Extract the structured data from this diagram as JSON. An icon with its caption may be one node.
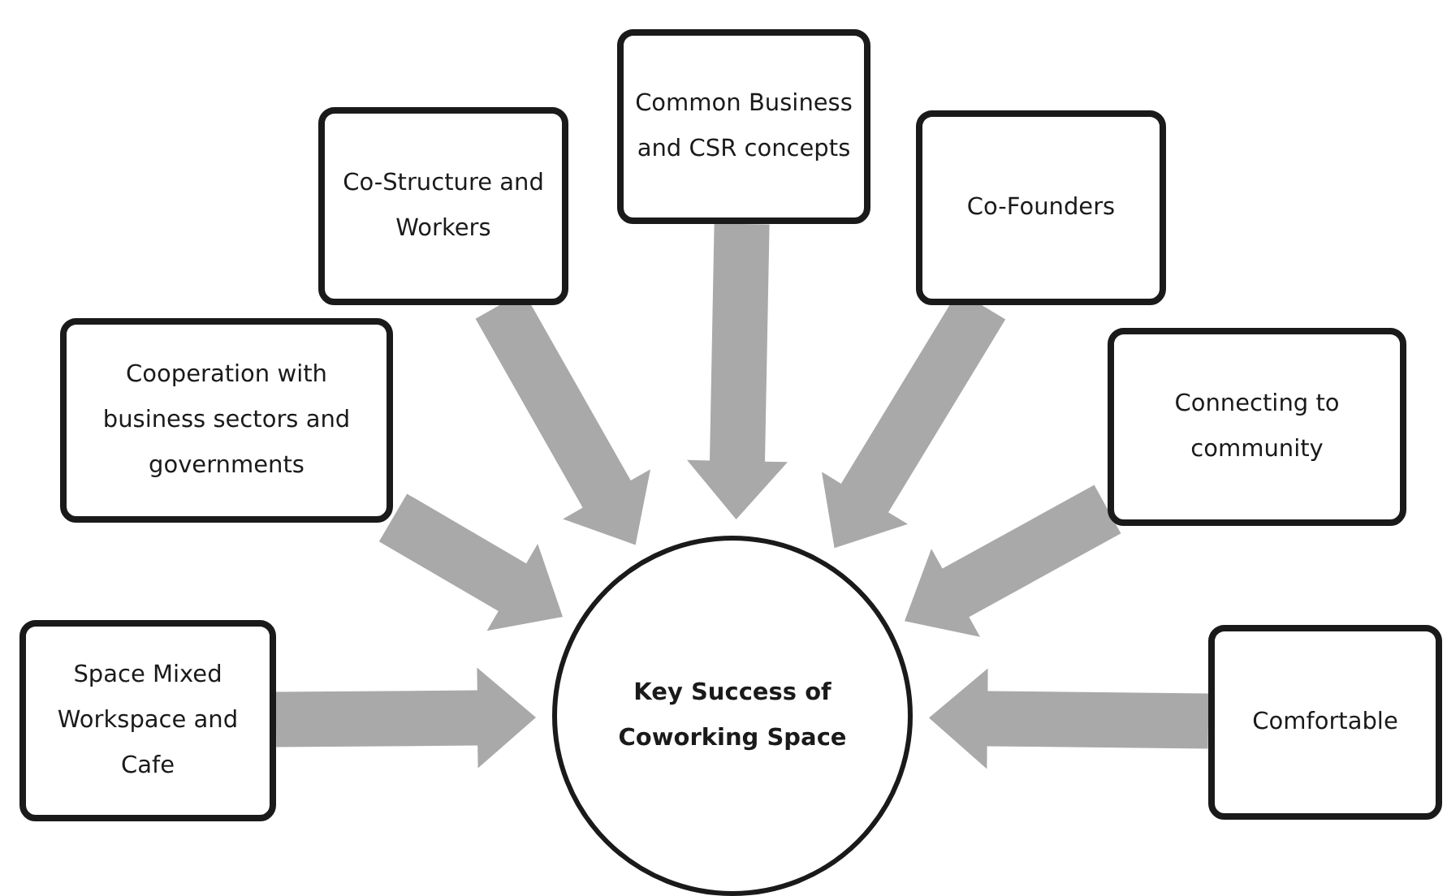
{
  "diagram": {
    "nodes": [
      {
        "text": [
          "Common Business and CSR concepts"
        ]
      },
      {
        "text": [
          "Co-Structure and Workers"
        ]
      },
      {
        "text": [
          "Co-Founders"
        ]
      },
      {
        "text": [
          "Cooperation with business sectors and governments"
        ]
      },
      {
        "text": [
          "Connecting to community"
        ]
      },
      {
        "text": [
          "Space Mixed Workspace and Cafe"
        ]
      },
      {
        "text": [
          "Key Success of Coworking Space"
        ]
      },
      {
        "text": [
          "Comfortable"
        ]
      }
    ],
    "edges": [
      {
        "from": 0,
        "to": 6,
        "arrow": "to"
      },
      {
        "from": 1,
        "to": 6,
        "arrow": "to"
      },
      {
        "from": 2,
        "to": 6,
        "arrow": "to"
      },
      {
        "from": 3,
        "to": 6,
        "arrow": "to"
      },
      {
        "from": 4,
        "to": 6,
        "arrow": "to"
      },
      {
        "from": 5,
        "to": 6,
        "arrow": "to"
      },
      {
        "from": 7,
        "to": 6,
        "arrow": "to"
      }
    ]
  }
}
